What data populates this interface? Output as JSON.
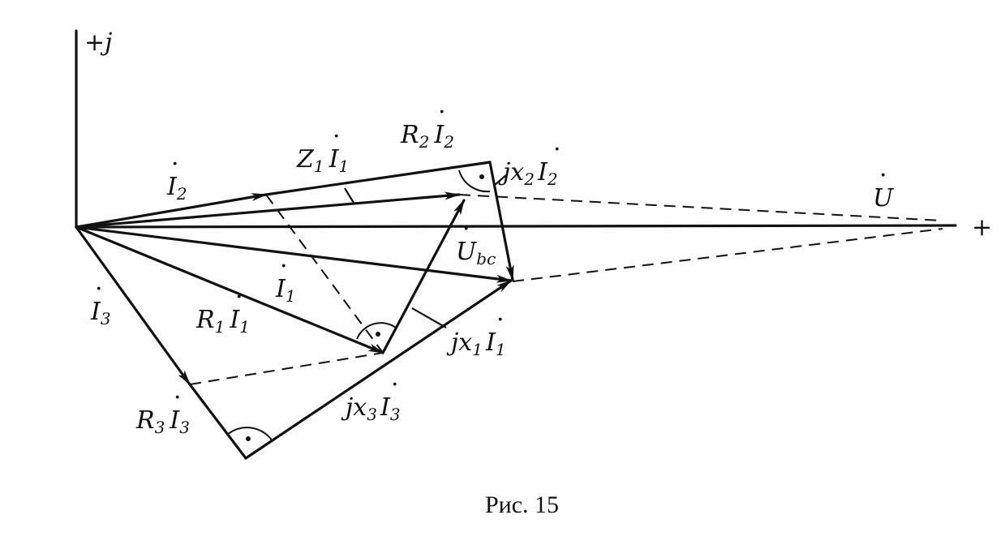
{
  "axes": {
    "imag_label": "+j",
    "real_label": "+"
  },
  "labels": {
    "I2": "I",
    "I2_sub": "2",
    "Z1I1_a": "Z",
    "Z1I1_a_sub": "1",
    "Z1I1_b": "I",
    "Z1I1_b_sub": "1",
    "R2I2_a": "R",
    "R2I2_a_sub": "2",
    "R2I2_b": "I",
    "R2I2_b_sub": "2",
    "jx2I2_a": "jx",
    "jx2I2_a_sub": "2",
    "jx2I2_b": "I",
    "jx2I2_b_sub": "2",
    "U": "U",
    "Ubc": "U",
    "Ubc_sub": "bc",
    "I1": "I",
    "I1_sub": "1",
    "R1I1_a": "R",
    "R1I1_a_sub": "1",
    "R1I1_b": "I",
    "R1I1_b_sub": "1",
    "jx1I1_a": "jx",
    "jx1I1_a_sub": "1",
    "jx1I1_b": "I",
    "jx1I1_b_sub": "1",
    "I3": "I",
    "I3_sub": "3",
    "R3I3_a": "R",
    "R3I3_a_sub": "3",
    "R3I3_b": "I",
    "R3I3_b_sub": "3",
    "jx3I3_a": "jx",
    "jx3I3_a_sub": "3",
    "jx3I3_b": "I",
    "jx3I3_b_sub": "3"
  },
  "caption": "Рис. 15",
  "colors": {
    "ink": "#111111",
    "paper": "#ffffff"
  }
}
